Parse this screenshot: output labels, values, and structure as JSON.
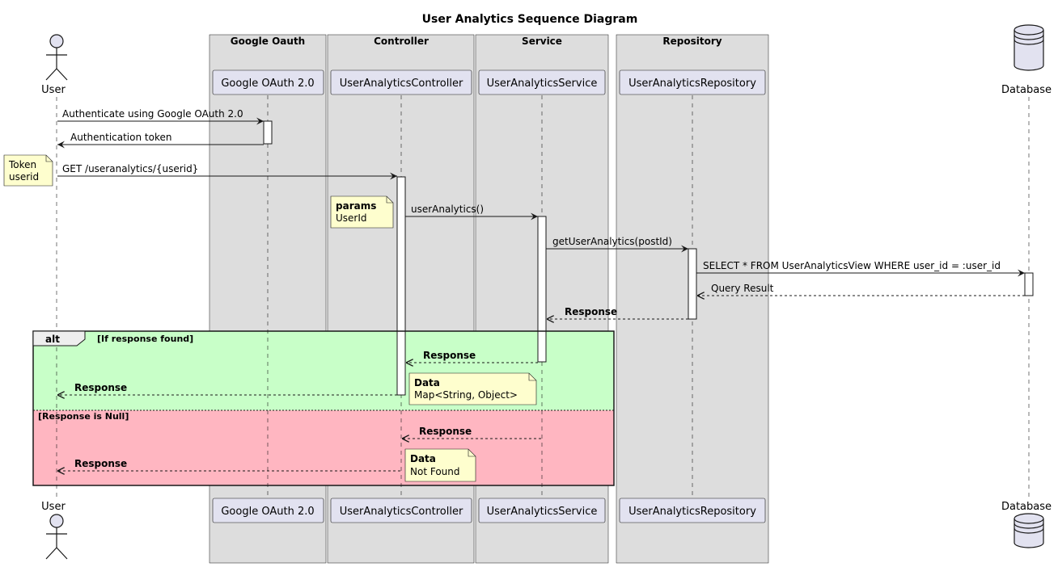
{
  "title": "User Analytics Sequence Diagram",
  "boxes": {
    "oauth": "Google Oauth",
    "controller": "Controller",
    "service": "Service",
    "repository": "Repository"
  },
  "participants": {
    "user": "User",
    "oauth": "Google OAuth 2.0",
    "controller": "UserAnalyticsController",
    "service": "UserAnalyticsService",
    "repository": "UserAnalyticsRepository",
    "database": "Database"
  },
  "messages": {
    "authenticate": "Authenticate using Google OAuth 2.0",
    "auth_token": "Authentication token",
    "get_request": "GET /useranalytics/{userid}",
    "user_analytics_call": "userAnalytics()",
    "get_user_analytics": "getUserAnalytics(postId)",
    "sql_query": "SELECT * FROM UserAnalyticsView WHERE user_id = :user_id",
    "query_result": "Query Result",
    "repo_response": "Response",
    "alt_service_response": "Response",
    "alt_controller_response": "Response",
    "else_service_response": "Response",
    "else_controller_response": "Response"
  },
  "notes": {
    "token_line1": "Token",
    "token_line2": "userid",
    "params_title": "params",
    "params_body": "UserId",
    "data_found_title": "Data",
    "data_found_body": "Map<String, Object>",
    "data_notfound_title": "Data",
    "data_notfound_body": "Not Found"
  },
  "fragment": {
    "operator": "alt",
    "guard_found": "[If response found]",
    "guard_null": "[Response is Null]"
  },
  "colors": {
    "box_fill": "#dddddd",
    "participant_fill": "#e2e2f0",
    "note_fill": "#fefece",
    "alt_found_fill": "#c8ffc8",
    "alt_null_fill": "#ffb6c1",
    "line": "#181818"
  }
}
